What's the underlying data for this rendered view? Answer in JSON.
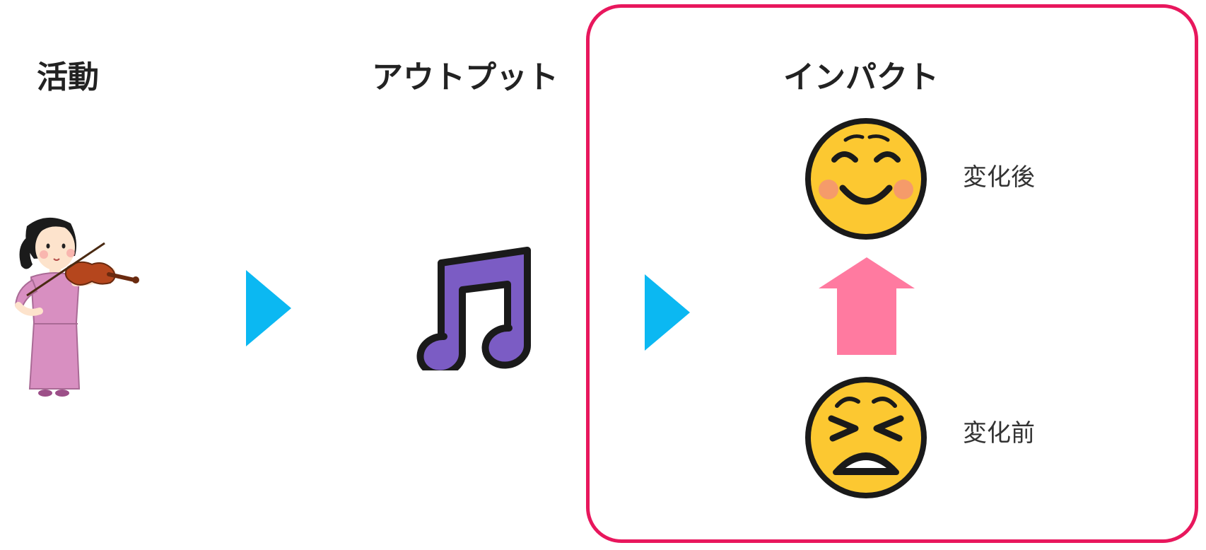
{
  "headings": {
    "activity": "活動",
    "output": "アウトプット",
    "impact": "インパクト"
  },
  "captions": {
    "after": "変化後",
    "before": "変化前"
  },
  "icons": {
    "activity": "violinist-woman-illustration",
    "output": "music-notes-icon",
    "after": "smiling-face-icon",
    "before": "tired-face-icon",
    "change": "up-arrow-icon",
    "flow": "right-triangle-arrow-icon"
  },
  "colors": {
    "flow_arrow": "#0bb8f2",
    "impact_border": "#e8175d",
    "change_arrow": "#ff7aa0",
    "music_note": "#7b5cc4",
    "face_yellow": "#fcc831"
  }
}
